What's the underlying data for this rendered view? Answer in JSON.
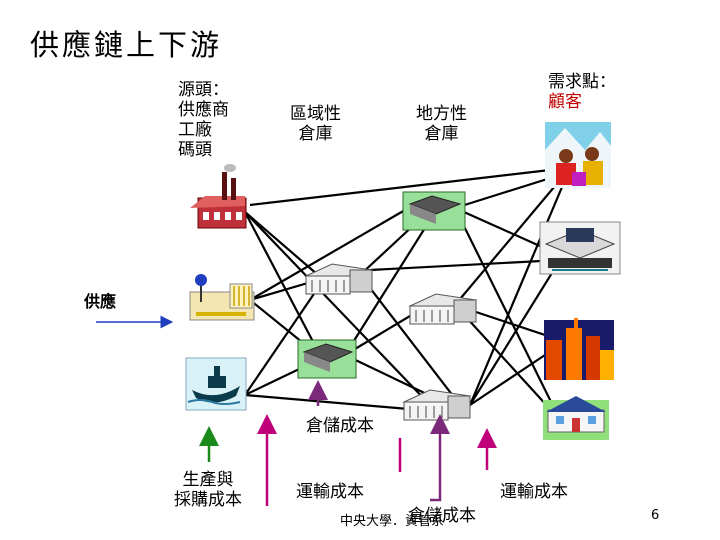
{
  "title": "供應鏈上下游",
  "source": {
    "line1": "源頭：",
    "line2": "供應商",
    "line3": "工廠",
    "line4": "碼頭"
  },
  "regional": {
    "line1": "區域性",
    "line2": "倉庫"
  },
  "local": {
    "line1": "地方性",
    "line2": "倉庫"
  },
  "demand": {
    "line1": "需求點：",
    "line2": "顧客"
  },
  "supply_label": "供應",
  "storage_cost_mid": "倉儲成本",
  "production_cost": {
    "line1": "生產與",
    "line2": "採購成本"
  },
  "transport_cost_left": "運輸成本",
  "transport_cost_right": "運輸成本",
  "footer": "中央大學．資管系",
  "storage_cost_bottom": "倉儲成本",
  "page_number": "6",
  "colors": {
    "arrow_green": "#1a8a1a",
    "arrow_magenta": "#c0007a",
    "arrow_purple": "#7b2a7b",
    "line": "#000000",
    "arrow_blue": "#1f3fbf"
  }
}
